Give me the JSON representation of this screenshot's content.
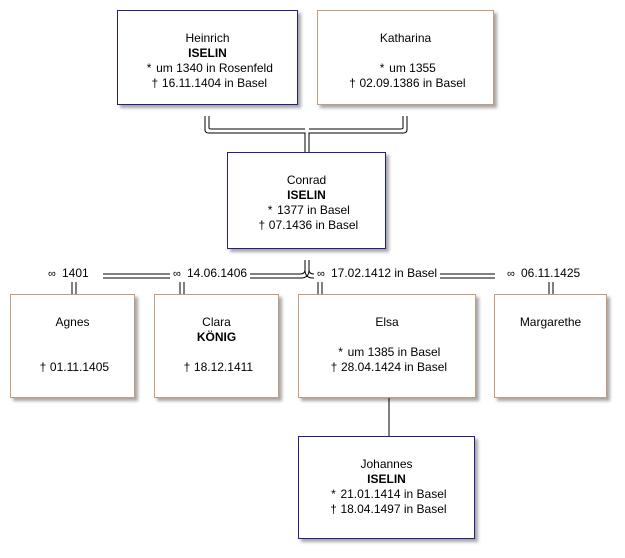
{
  "symbols": {
    "birth": "*",
    "death": "†",
    "marriage": "∞"
  },
  "persons": {
    "heinrich": {
      "given": "Heinrich",
      "surname": "ISELIN",
      "birth": "um 1340 in Rosenfeld",
      "death": "16.11.1404 in Basel"
    },
    "katharina": {
      "given": "Katharina",
      "birth": "um 1355",
      "death": "02.09.1386 in Basel"
    },
    "conrad": {
      "given": "Conrad",
      "surname": "ISELIN",
      "birth": "1377 in Basel",
      "death": "07.1436 in Basel"
    },
    "agnes": {
      "given": "Agnes",
      "death": "01.11.1405"
    },
    "clara": {
      "given": "Clara",
      "surname": "KÖNIG",
      "death": "18.12.1411"
    },
    "elsa": {
      "given": "Elsa",
      "birth": "um 1385 in Basel",
      "death": "28.04.1424 in Basel"
    },
    "margarethe": {
      "given": "Margarethe"
    },
    "johannes": {
      "given": "Johannes",
      "surname": "ISELIN",
      "birth": "21.01.1414 in Basel",
      "death": "18.04.1497 in Basel"
    }
  },
  "marriages": {
    "agnes": "1401",
    "clara": "14.06.1406",
    "elsa": "17.02.1412 in Basel",
    "margarethe": "06.11.1425"
  },
  "colors": {
    "male_border": "#1f1f8f",
    "female_border": "#c89a7a",
    "line": "#000000"
  }
}
